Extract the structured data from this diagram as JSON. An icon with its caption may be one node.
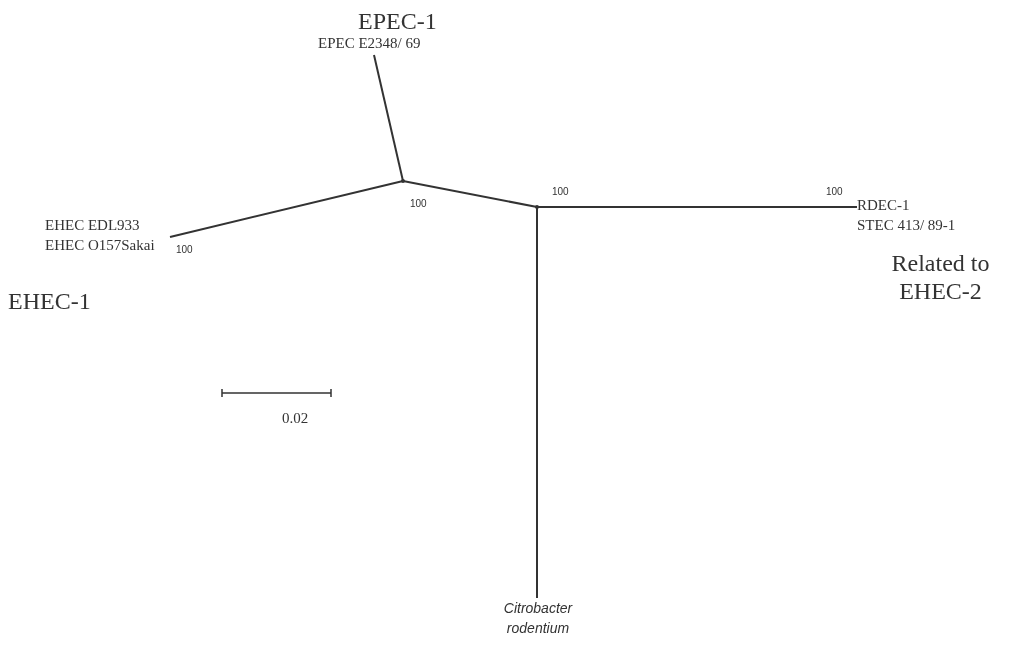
{
  "diagram": {
    "nodes": [
      {
        "text": [
          "EPEC E2348/ 69"
        ]
      },
      {
        "text": [
          "EHEC EDL933",
          "EHEC O157Sakai"
        ],
        "beside": [
          "100"
        ]
      },
      {
        "text": [],
        "shape": "point",
        "beside": [
          "100"
        ]
      },
      {
        "text": [],
        "shape": "point",
        "beside": [
          "100"
        ]
      },
      {
        "text": [
          "RDEC-1",
          "STEC 413/ 89-1"
        ],
        "beside": [
          "100"
        ]
      },
      {
        "text": [
          "Citrobacter rodentium"
        ]
      }
    ],
    "edges": [
      {
        "from": 2,
        "to": 0,
        "arrow": "none"
      },
      {
        "from": 2,
        "to": 1,
        "arrow": "none"
      },
      {
        "from": 2,
        "to": 3,
        "arrow": "none"
      },
      {
        "from": 3,
        "to": 4,
        "arrow": "none"
      },
      {
        "from": 3,
        "to": 5,
        "arrow": "none"
      }
    ],
    "labels": [
      "EPEC-1",
      "EHEC-1",
      "Related to EHEC-2",
      "0.02"
    ]
  }
}
